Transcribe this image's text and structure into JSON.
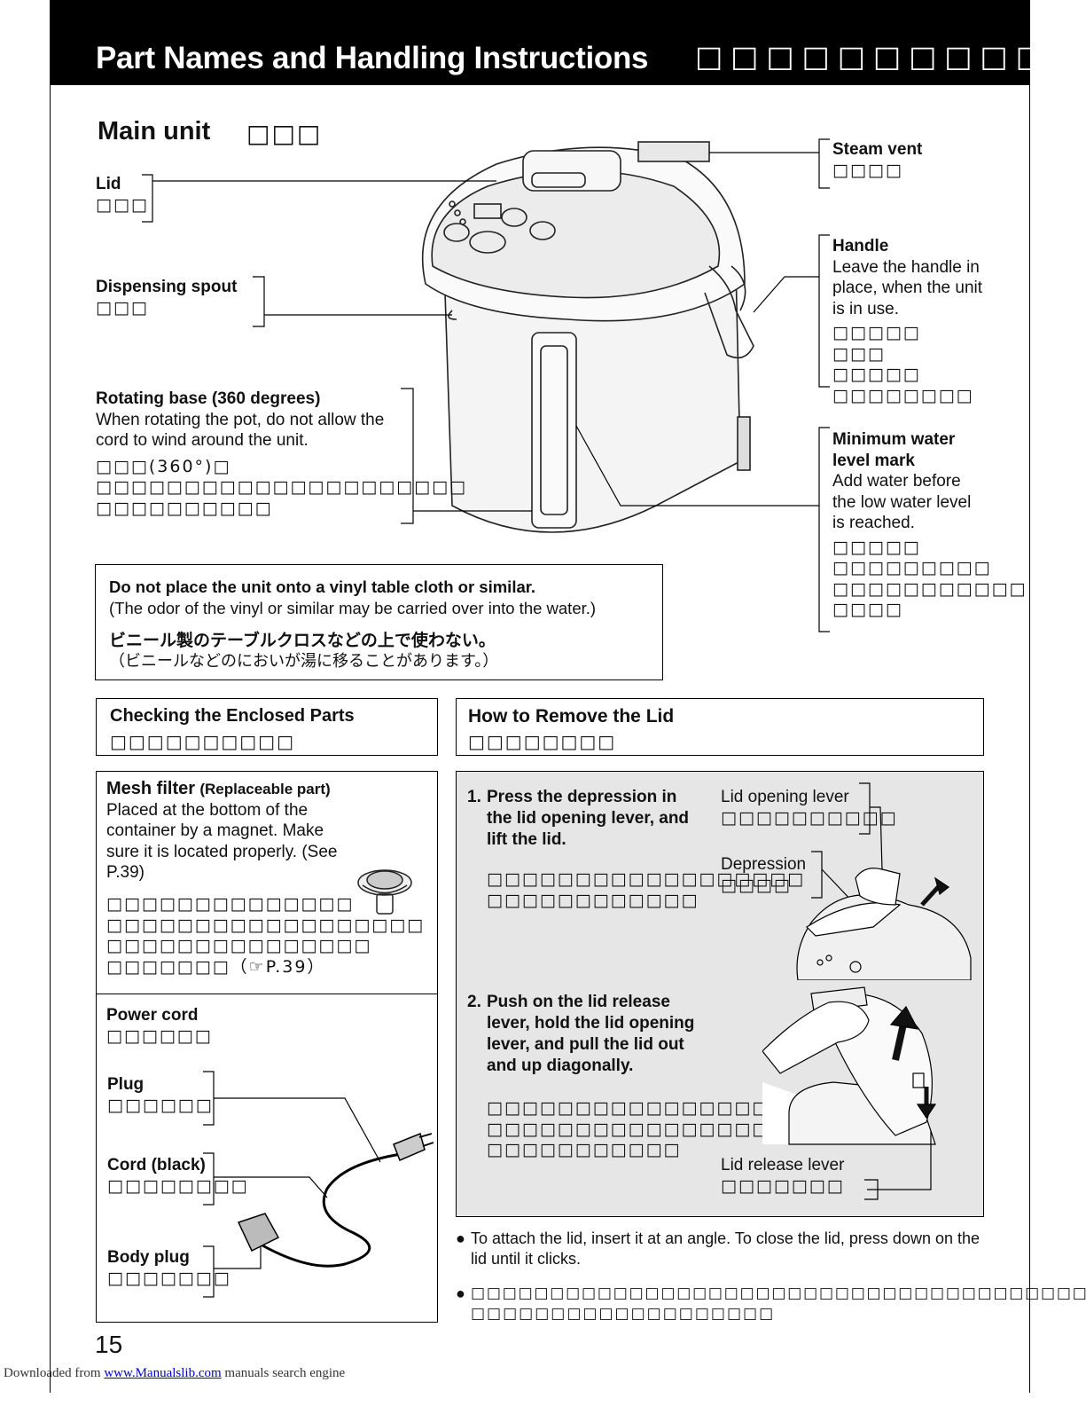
{
  "header": {
    "title": "Part Names and Handling Instructions",
    "title_jp": "□□□□□□□□□□□□"
  },
  "main_unit": {
    "heading": "Main unit",
    "heading_jp": "□□□",
    "labels": {
      "lid": {
        "en": "Lid",
        "jp": "□□□"
      },
      "spout": {
        "en": "Dispensing spout",
        "jp": "□□□"
      },
      "base": {
        "en": "Rotating base (360 degrees)",
        "desc": "When rotating the pot, do not allow the cord to wind around the unit.",
        "jp1": "□□□(360°)□",
        "jp2": "□□□□□□□□□□□□□□□□□□□□□",
        "jp3": "□□□□□□□□□□"
      },
      "vent": {
        "en": "Steam vent",
        "jp": "□□□□"
      },
      "handle": {
        "en": "Handle",
        "desc": "Leave the handle in place, when the unit  is in use.",
        "jp1": "□□□□□",
        "jp2": "□□□　□□□□□",
        "jp3": "□□□□□□□□"
      },
      "min_water": {
        "en": "Minimum water level mark",
        "desc": "Add water before the low water level is reached.",
        "jp1": "□□□□□",
        "jp2": "□□□□□□□□□",
        "jp3": "□□□□□□□□□□□",
        "jp4": "□□□□"
      }
    }
  },
  "warning": {
    "line1": "Do not place the unit onto a vinyl table cloth or similar.",
    "line2": "(The odor of the vinyl or similar may be carried over into the water.)",
    "line3": "ビニール製のテーブルクロスなどの上で使わない。",
    "line4": "（ビニールなどのにおいが湯に移ることがあります。）"
  },
  "enclosed": {
    "heading": "Checking the Enclosed Parts",
    "heading_jp": "□□□□□□□□□□",
    "mesh": {
      "title": "Mesh filter",
      "subtitle": "(Replaceable part)",
      "desc": "Placed at the bottom of the container by a magnet. Make sure it is located properly. (See P.39)",
      "jp1": "□□□□□□□□□□□□□□",
      "jp2": "□□□□□□□□□□□□□□□□□□",
      "jp3": "□□□□□□□□□□□□□□□",
      "jp4": "□□□□□□□（☞P.39）"
    },
    "power_cord": {
      "en": "Power cord",
      "jp": "□□□□□□"
    },
    "plug": {
      "en": "Plug",
      "jp": "□□□□□□"
    },
    "cord": {
      "en": "Cord (black)",
      "jp": "□□□□□□□□"
    },
    "body_plug": {
      "en": "Body plug",
      "jp": "□□□□□□□"
    }
  },
  "remove_lid": {
    "heading": "How to Remove the Lid",
    "heading_jp": "□□□□□□□□",
    "step1": {
      "num": "1.",
      "text": "Press the depression in the lid opening lever, and lift the lid.",
      "jp1": "□□□□□□□□□□□□□□□□□□",
      "jp2": "□□□□□□□□□□□□"
    },
    "lever_label": {
      "en": "Lid opening lever",
      "jp": "□□□□□□□□□□"
    },
    "depression_label": {
      "en": "Depression",
      "jp": "□□□□"
    },
    "step2": {
      "num": "2.",
      "text": "Push on the lid release lever, hold the lid opening lever, and pull the lid out and up diagonally.",
      "jp1": "□□□□□□□□□□□□□□□□□",
      "jp2": "□□□□□□□□□□□□□□□□",
      "jp3": "□□□□□□□□□□□"
    },
    "release_label": {
      "en": "Lid release lever",
      "jp": "□□□□□□□"
    },
    "note_en": "To attach the lid, insert it at an angle. To close the lid, press down on the lid until it clicks.",
    "note_jp1": "□□□□□□□□□□□□□□□□□□□□□□□□□□□□□□□□□□□□□□□",
    "note_jp2": "□□□□□□□□□□□□□□□□□□□"
  },
  "page_number": "15",
  "footer": {
    "prefix": "Downloaded from ",
    "link": "www.Manualslib.com",
    "suffix": " manuals search engine"
  }
}
